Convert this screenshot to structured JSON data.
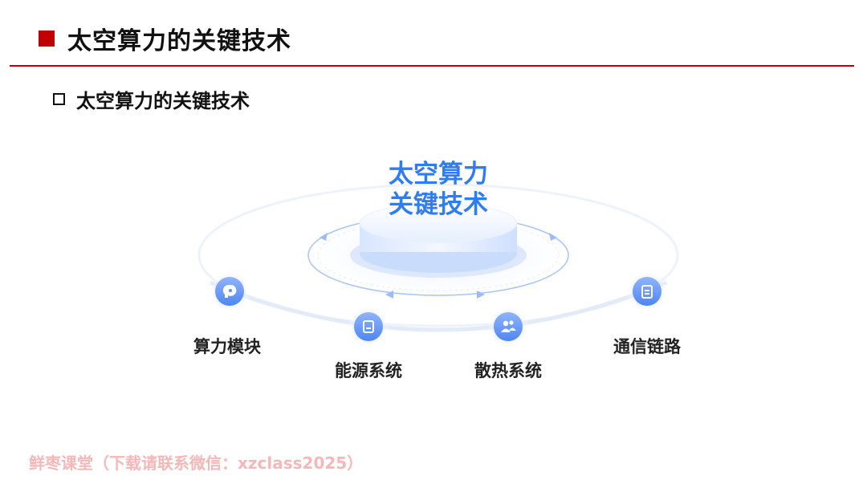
{
  "header": {
    "title": "太空算力的关键技术"
  },
  "section": {
    "subtitle": "太空算力的关键技术"
  },
  "diagram": {
    "center_line1": "太空算力",
    "center_line2": "关键技术",
    "nodes": [
      {
        "label": "算力模块",
        "icon": "lightbulb-head-icon"
      },
      {
        "label": "能源系统",
        "icon": "clipboard-icon"
      },
      {
        "label": "散热系统",
        "icon": "users-icon"
      },
      {
        "label": "通信链路",
        "icon": "document-icon"
      }
    ],
    "accent_color": "#2f7cf6"
  },
  "footer": {
    "watermark": "鲜枣课堂（下载请联系微信：xzclass2025）"
  },
  "colors": {
    "brand_red": "#c00000",
    "watermark": "#f4b8b8"
  }
}
